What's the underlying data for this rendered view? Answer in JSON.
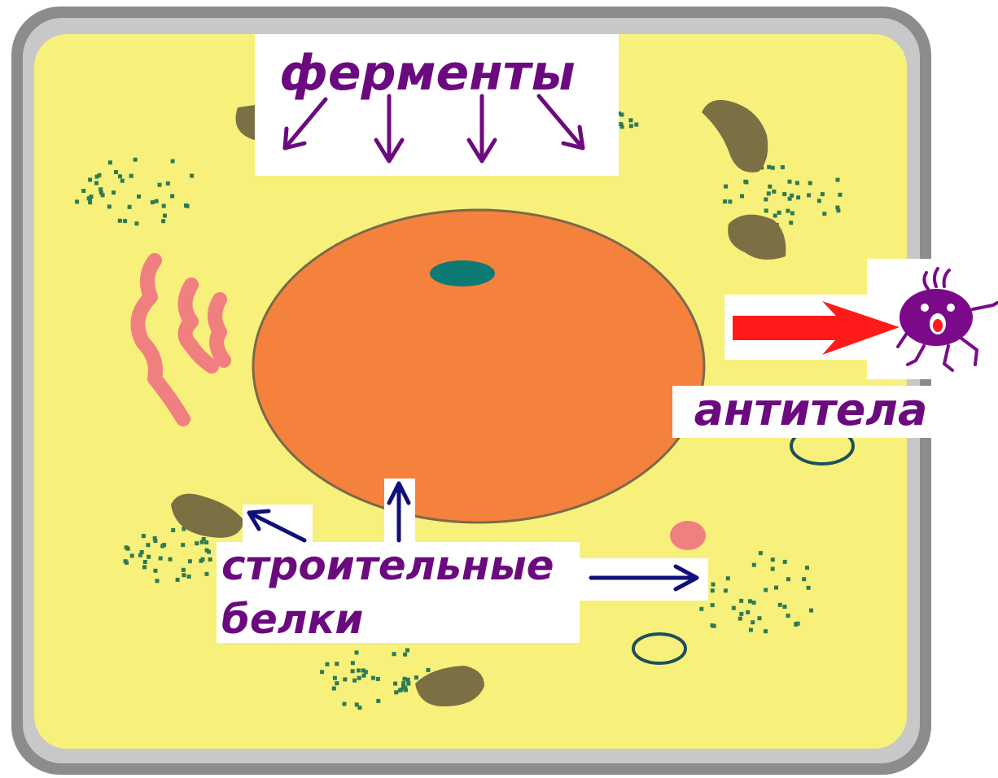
{
  "labels": {
    "enzymes": "ферменты",
    "antibodies": "антитела",
    "structural_line1": "строительные",
    "structural_line2": "белки"
  },
  "colors": {
    "cell_wall": "#8c8c8c",
    "cytoplasm": "#f7f07a",
    "nucleus": "#f4823c",
    "nucleolus": "#0d7a73",
    "mitochondria": "#7a7044",
    "golgi": "#f08080",
    "er_dots": "#2f7a55",
    "vacuole": "#1d4f5e",
    "label_text": "#6b0a7e",
    "arrow_enzymes": "#6b0a7e",
    "arrow_structural": "#10107a",
    "arrow_antibodies": "#ff1a1a",
    "antibody_body": "#7a0a8a"
  },
  "icons": {
    "antibody": "antibody-creature-icon"
  }
}
